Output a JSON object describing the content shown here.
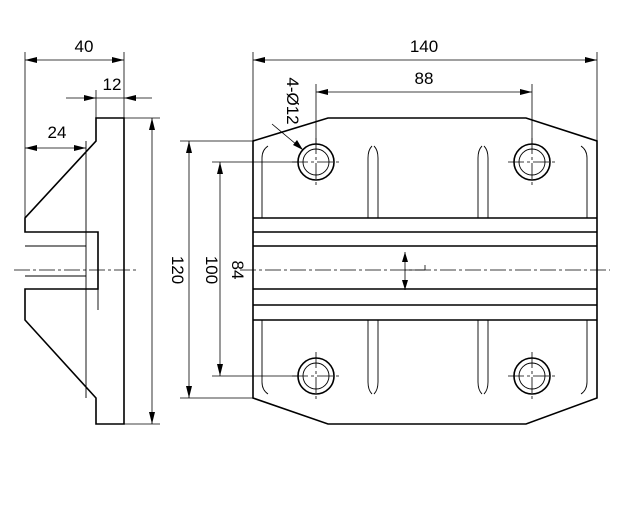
{
  "drawing": {
    "side_view": {
      "dim_total_width": "40",
      "dim_plate_thickness": "12",
      "dim_flange_width": "24",
      "dim_height": "120"
    },
    "front_view": {
      "dim_total_width": "140",
      "dim_hole_spacing_x": "88",
      "dim_hole_callout": "4-Ø12",
      "dim_outer_height": "100",
      "dim_hole_spacing_y": "84"
    }
  }
}
